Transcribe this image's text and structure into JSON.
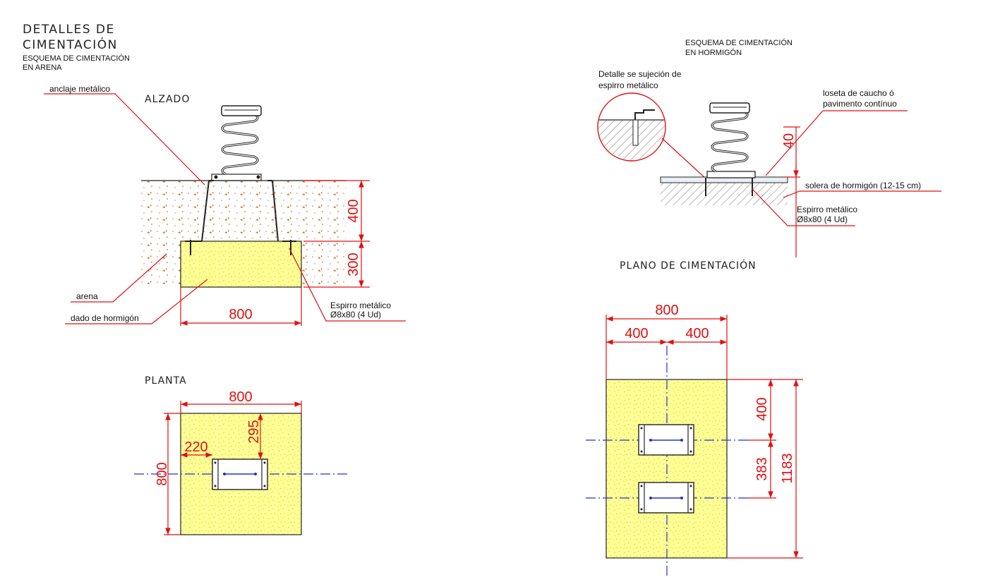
{
  "titles": {
    "main_line1": "DETALLES DE",
    "main_line2": "CIMENTACIÓN",
    "sand_line1": "ESQUEMA DE CIMENTACIÓN",
    "sand_line2": "EN ARENA",
    "concrete_line1": "ESQUEMA DE CIMENTACIÓN",
    "concrete_line2": "EN HORMIGÓN",
    "alzado": "ALZADO",
    "planta": "PLANTA",
    "plano": "PLANO DE CIMENTACIÓN"
  },
  "labels": {
    "anclaje": "anclaje metálico",
    "arena": "arena",
    "dado": "dado de hormigón",
    "espirro_left_1": "Espirro metálico",
    "espirro_left_2": "Ø8x80 (4 Ud)",
    "detalle_1": "Detalle se sujeción de",
    "detalle_2": "espirro metálico",
    "loseta_1": "loseta de caucho ó",
    "loseta_2": "pavimento contínuo",
    "solera": "solera de hormigón (12-15 cm)",
    "espirro_right_1": "Espirro metálico",
    "espirro_right_2": "Ø8x80 (4 Ud)"
  },
  "dimensions": {
    "alzado_depth_top": "400",
    "alzado_depth_block": "300",
    "alzado_width": "800",
    "planta_width": "800",
    "planta_height": "800",
    "planta_offset_x": "220",
    "planta_offset_y": "295",
    "concrete_height": "40",
    "plano_width": "800",
    "plano_half_left": "400",
    "plano_half_right": "400",
    "plano_top": "400",
    "plano_spacing": "383",
    "plano_total": "1183"
  },
  "colors": {
    "dimension": "#e01010",
    "axis": "#2233cc",
    "concrete": "#ffff9a",
    "sand_particles": "#c8742c"
  }
}
